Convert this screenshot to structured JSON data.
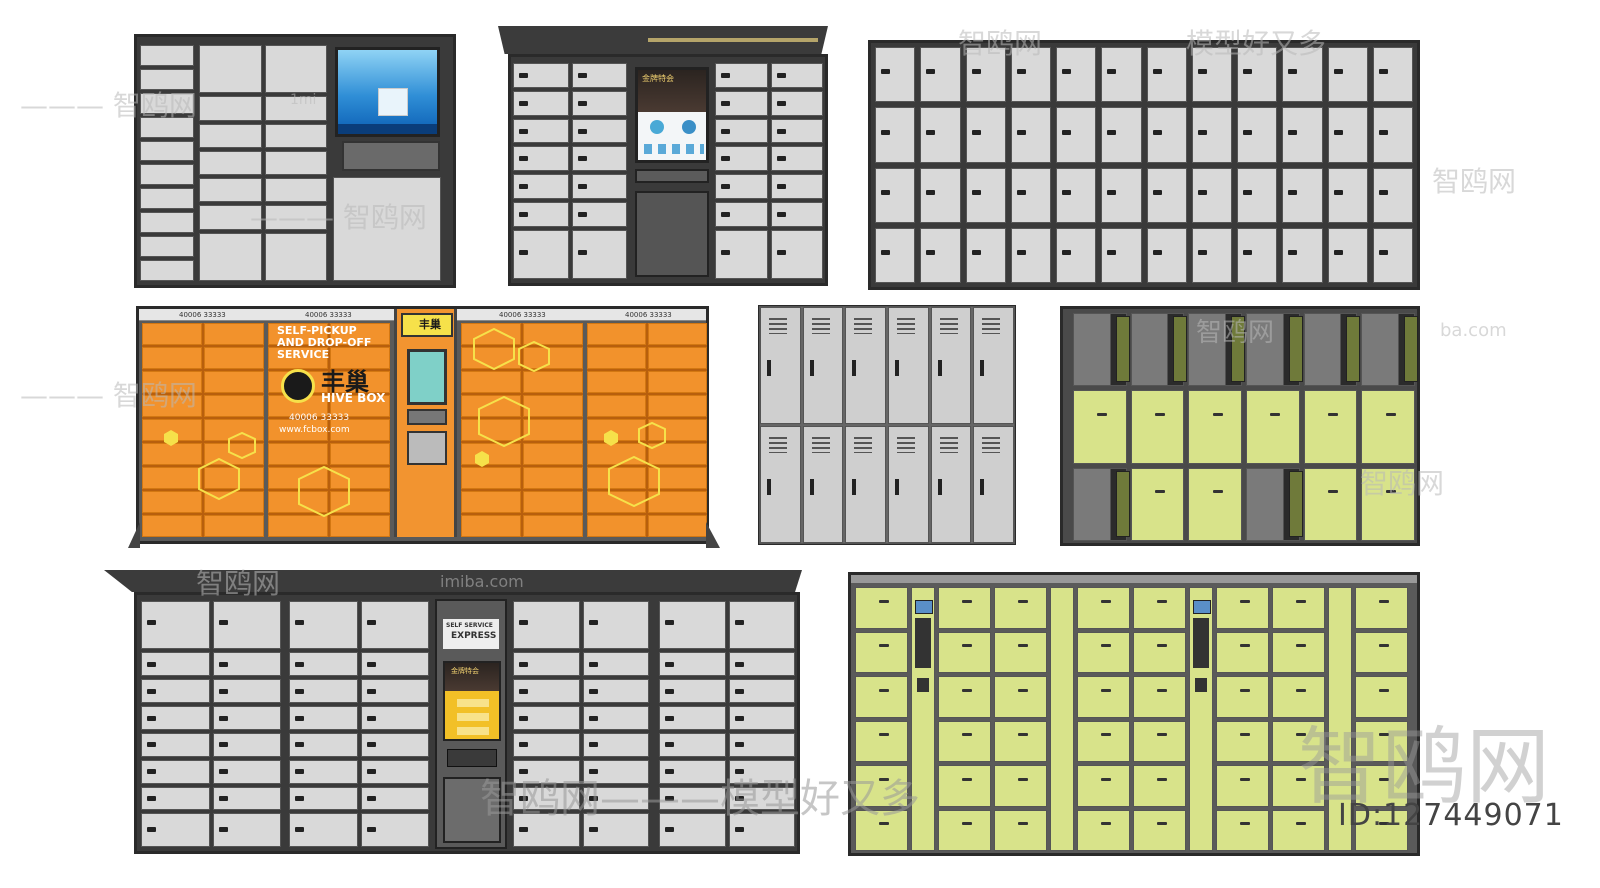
{
  "locker1": {
    "screen_text": ""
  },
  "locker2": {
    "screen_title": "金牌特会"
  },
  "locker3": {},
  "hive": {
    "phone_top": "40006 33333",
    "service_line1": "SELF-PICKUP",
    "service_line2": "AND DROP-OFF",
    "service_line3": "SERVICE",
    "brand_cn": "丰巢",
    "brand_en": "HIVE BOX",
    "phone_small": "40006 33333",
    "website": "www.fcbox.com",
    "kiosk_label": "丰巢"
  },
  "locker7": {
    "kiosk_title_line1": "SELF SERVICE",
    "kiosk_title_line2": "EXPRESS",
    "kiosk_sub": "金牌特会"
  },
  "watermarks": {
    "site": "智鸥网",
    "slogan": "模型好又多",
    "big": "智鸥网",
    "dash": "———",
    "domain": "ba.com",
    "domain2": "imiba.com",
    "partial": "1mi"
  },
  "id_label": "ID:127449071",
  "colors": {
    "frame": "#3a3a3a",
    "door_grey": "#d9d9d9",
    "door_yellow": "#d8e38a",
    "door_orange": "#f2922c",
    "hive_accent": "#f6e14a"
  }
}
